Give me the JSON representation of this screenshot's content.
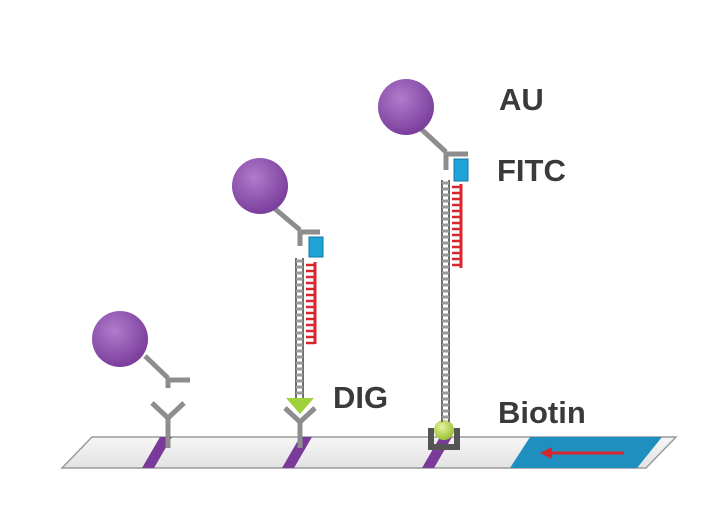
{
  "labels": {
    "au": "AU",
    "fitc": "FITC",
    "dig": "DIG",
    "biotin": "Biotin"
  },
  "colors": {
    "gold_particle": "#8b4fa8",
    "strip": "#eeeeee",
    "test_line": "#7a3a9a",
    "sample_pad": "#1f8fc0",
    "flow_arrow": "#d9262e",
    "antibody": "#8d8d8d",
    "dna_probe": "#d9262e",
    "dna_strand": "#9a9a9a",
    "fitc_tag": "#1fa3d6",
    "dig_tag": "#9fd23a",
    "biotin_bead": "#b7d742",
    "streptavidin": "#555555"
  },
  "icons": {
    "flow_direction": "arrow-left-icon"
  }
}
